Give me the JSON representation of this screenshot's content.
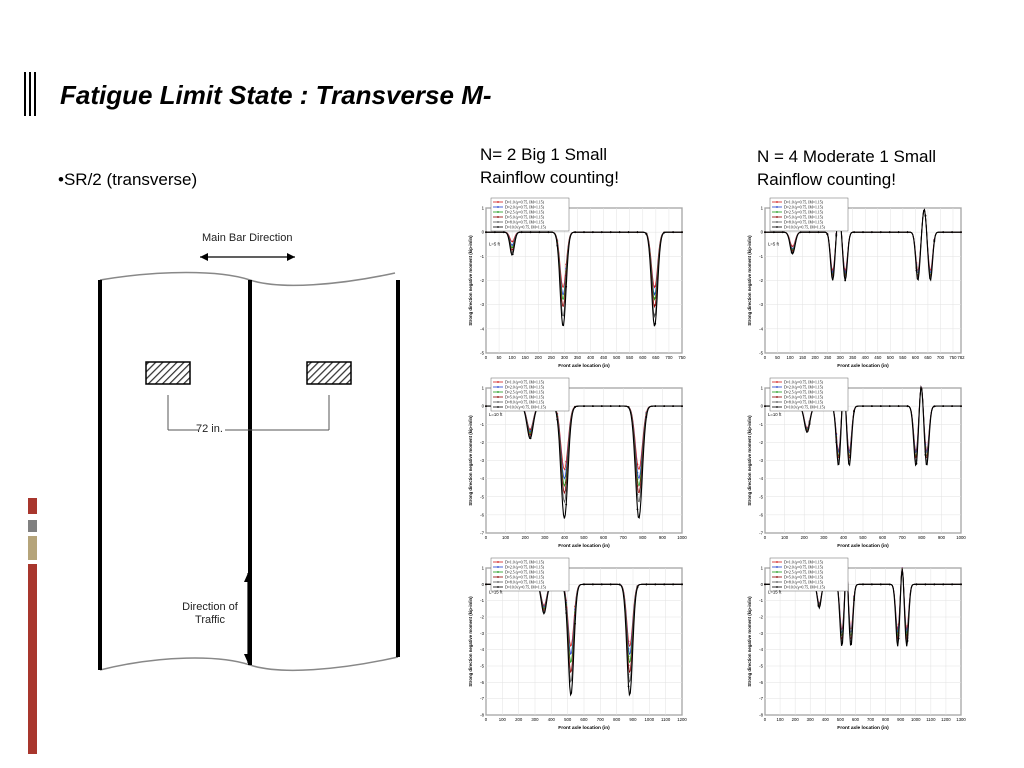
{
  "slide": {
    "title": "Fatigue Limit State : Transverse M-",
    "bullet": "•SR/2 (transverse)"
  },
  "columns": [
    {
      "heading_line1": "N= 2 Big 1 Small",
      "heading_line2": "Rainflow counting!"
    },
    {
      "heading_line1": "N = 4 Moderate 1 Small",
      "heading_line2": "Rainflow counting!"
    }
  ],
  "diagram": {
    "main_bar_label": "Main Bar Direction",
    "spacing_label": "72 in.",
    "traffic_label_line1": "Direction of",
    "traffic_label_line2": "Traffic"
  },
  "chart_common": {
    "ylabel": "Strong direction negative moment (kip-in/in)",
    "xlabel": "Front axle location (in)",
    "yticks": [
      "1",
      "0",
      "-1",
      "-2",
      "-3",
      "-4",
      "-5"
    ]
  },
  "colors": {
    "red_strip": "#a8362d",
    "gray_strip": "#808080",
    "tan_strip": "#b5a47a",
    "series": [
      "#d01c1c",
      "#1f3fcc",
      "#1a9a1a",
      "#8b0000",
      "#555555",
      "#000000"
    ]
  },
  "chart_data": [
    {
      "type": "line",
      "id": "n2-l5",
      "span_label": "L=5 ft",
      "xlim": [
        0,
        750
      ],
      "ylim": [
        -5,
        1
      ],
      "xticks": [
        "0",
        "50",
        "100",
        "150",
        "200",
        "250",
        "300",
        "350",
        "400",
        "450",
        "500",
        "550",
        "600",
        "650",
        "700",
        "750"
      ],
      "legend": [
        "D=1.0 (γ=0.75, IM=1.15)",
        "D=2.0 (γ=0.75, IM=1.15)",
        "D=2.5 (γ=0.75, IM=1.15)",
        "D=5.0 (γ=0.75, IM=1.15)",
        "D=8.0 (γ=0.75, IM=1.15)",
        "D=10.0 (γ=0.75, IM=1.15)"
      ],
      "dips": [
        {
          "x": 100,
          "w": 12,
          "d": [
            0.4,
            0.55,
            0.65,
            0.75,
            0.85,
            0.95
          ]
        },
        {
          "x": 295,
          "w": 16,
          "d": [
            2.3,
            2.6,
            2.8,
            3.1,
            3.5,
            3.9
          ]
        },
        {
          "x": 645,
          "w": 16,
          "d": [
            2.3,
            2.6,
            2.8,
            3.1,
            3.5,
            3.9
          ]
        }
      ]
    },
    {
      "type": "line",
      "id": "n4-l5",
      "span_label": "L=5 ft",
      "xlim": [
        0,
        782
      ],
      "ylim": [
        -5,
        1
      ],
      "xticks": [
        "0",
        "50",
        "100",
        "150",
        "200",
        "250",
        "300",
        "350",
        "400",
        "450",
        "500",
        "550",
        "600",
        "650",
        "700",
        "750",
        "782"
      ],
      "legend": [
        "D=1.0 (γ=0.75, IM=1.15)",
        "D=2.0 (γ=0.75, IM=1.15)",
        "D=2.5 (γ=0.75, IM=1.15)",
        "D=5.0 (γ=0.75, IM=1.15)",
        "D=8.0 (γ=0.75, IM=1.15)",
        "D=10.0 (γ=0.75, IM=1.15)"
      ],
      "dips": [
        {
          "x": 110,
          "w": 14,
          "d": [
            0.6,
            0.7,
            0.75,
            0.8,
            0.85,
            0.9
          ]
        },
        {
          "x": 270,
          "w": 12,
          "d": [
            1.6,
            1.7,
            1.8,
            1.85,
            1.9,
            2.0
          ]
        },
        {
          "x": 320,
          "w": 12,
          "d": [
            1.6,
            1.7,
            1.8,
            1.85,
            1.9,
            2.0
          ]
        },
        {
          "x": 610,
          "w": 12,
          "d": [
            1.6,
            1.7,
            1.8,
            1.85,
            1.9,
            2.0
          ]
        },
        {
          "x": 660,
          "w": 12,
          "d": [
            1.6,
            1.7,
            1.8,
            1.85,
            1.9,
            2.0
          ]
        }
      ],
      "bumps": [
        {
          "x": 295,
          "w": 10,
          "h": 1.0
        },
        {
          "x": 635,
          "w": 10,
          "h": 1.0
        }
      ]
    },
    {
      "type": "line",
      "id": "n2-l10",
      "span_label": "L=10 ft",
      "xlim": [
        0,
        1000
      ],
      "ylim": [
        -7,
        1
      ],
      "xticks": [
        "0",
        "100",
        "200",
        "300",
        "400",
        "500",
        "600",
        "700",
        "800",
        "900",
        "1000"
      ],
      "yticks": [
        "1",
        "0",
        "-1",
        "-2",
        "-3",
        "-4",
        "-5",
        "-6",
        "-7"
      ],
      "legend": [
        "D=1.0 (γ=0.75, IM=1.15)",
        "D=2.0 (γ=0.75, IM=1.15)",
        "D=2.5 (γ=0.75, IM=1.15)",
        "D=5.0 (γ=0.75, IM=1.15)",
        "D=8.0 (γ=0.75, IM=1.15)",
        "D=10.0 (γ=0.75, IM=1.15)"
      ],
      "dips": [
        {
          "x": 225,
          "w": 22,
          "d": [
            1.3,
            1.4,
            1.5,
            1.6,
            1.7,
            1.8
          ]
        },
        {
          "x": 400,
          "w": 25,
          "d": [
            3.5,
            4.0,
            4.4,
            4.8,
            5.3,
            6.2
          ]
        },
        {
          "x": 780,
          "w": 25,
          "d": [
            3.5,
            4.0,
            4.4,
            4.8,
            5.3,
            6.2
          ]
        }
      ]
    },
    {
      "type": "line",
      "id": "n4-l10",
      "span_label": "L=10 ft",
      "xlim": [
        0,
        1000
      ],
      "ylim": [
        -7,
        1
      ],
      "xticks": [
        "0",
        "100",
        "200",
        "300",
        "400",
        "500",
        "600",
        "700",
        "800",
        "900",
        "1000"
      ],
      "yticks": [
        "1",
        "0",
        "-1",
        "-2",
        "-3",
        "-4",
        "-5",
        "-6",
        "-7"
      ],
      "legend": [
        "D=1.0 (γ=0.75, IM=1.15)",
        "D=2.0 (γ=0.75, IM=1.15)",
        "D=2.5 (γ=0.75, IM=1.15)",
        "D=5.0 (γ=0.75, IM=1.15)",
        "D=8.0 (γ=0.75, IM=1.15)",
        "D=10.0 (γ=0.75, IM=1.15)"
      ],
      "dips": [
        {
          "x": 215,
          "w": 20,
          "d": [
            1.2,
            1.25,
            1.3,
            1.35,
            1.4,
            1.45
          ]
        },
        {
          "x": 375,
          "w": 16,
          "d": [
            2.5,
            2.6,
            2.8,
            2.9,
            3.1,
            3.3
          ]
        },
        {
          "x": 430,
          "w": 16,
          "d": [
            2.5,
            2.6,
            2.8,
            2.9,
            3.1,
            3.3
          ]
        },
        {
          "x": 770,
          "w": 16,
          "d": [
            2.5,
            2.6,
            2.8,
            2.9,
            3.1,
            3.3
          ]
        },
        {
          "x": 825,
          "w": 16,
          "d": [
            2.5,
            2.6,
            2.8,
            2.9,
            3.1,
            3.3
          ]
        }
      ],
      "bumps": [
        {
          "x": 402,
          "w": 12,
          "h": 1.4
        },
        {
          "x": 797,
          "w": 12,
          "h": 1.4
        }
      ]
    },
    {
      "type": "line",
      "id": "n2-l15",
      "span_label": "L=15 ft",
      "xlim": [
        0,
        1200
      ],
      "ylim": [
        -8,
        1
      ],
      "xticks": [
        "0",
        "100",
        "200",
        "300",
        "400",
        "500",
        "600",
        "700",
        "800",
        "900",
        "1000",
        "1100",
        "1200"
      ],
      "yticks": [
        "1",
        "0",
        "-1",
        "-2",
        "-3",
        "-4",
        "-5",
        "-6",
        "-7",
        "-8"
      ],
      "legend": [
        "D=1.0 (γ=0.75, IM=1.15)",
        "D=2.0 (γ=0.75, IM=1.15)",
        "D=2.5 (γ=0.75, IM=1.15)",
        "D=5.0 (γ=0.75, IM=1.15)",
        "D=8.0 (γ=0.75, IM=1.15)",
        "D=10.0 (γ=0.75, IM=1.15)"
      ],
      "dips": [
        {
          "x": 355,
          "w": 22,
          "d": [
            1.3,
            1.4,
            1.5,
            1.6,
            1.7,
            1.8
          ]
        },
        {
          "x": 520,
          "w": 25,
          "d": [
            3.8,
            4.3,
            4.8,
            5.4,
            6.0,
            6.8
          ]
        },
        {
          "x": 880,
          "w": 25,
          "d": [
            3.8,
            4.3,
            4.8,
            5.4,
            6.0,
            6.8
          ]
        }
      ]
    },
    {
      "type": "line",
      "id": "n4-l15",
      "span_label": "L=15 ft",
      "xlim": [
        0,
        1300
      ],
      "ylim": [
        -8,
        1
      ],
      "xticks": [
        "0",
        "100",
        "200",
        "300",
        "400",
        "500",
        "600",
        "700",
        "800",
        "900",
        "1000",
        "1100",
        "1200",
        "1300"
      ],
      "yticks": [
        "1",
        "0",
        "-1",
        "-2",
        "-3",
        "-4",
        "-5",
        "-6",
        "-7",
        "-8"
      ],
      "legend": [
        "D=1.0 (γ=0.75, IM=1.15)",
        "D=2.0 (γ=0.75, IM=1.15)",
        "D=2.5 (γ=0.75, IM=1.15)",
        "D=5.0 (γ=0.75, IM=1.15)",
        "D=8.0 (γ=0.75, IM=1.15)",
        "D=10.0 (γ=0.75, IM=1.15)"
      ],
      "dips": [
        {
          "x": 360,
          "w": 18,
          "d": [
            1.2,
            1.25,
            1.3,
            1.35,
            1.4,
            1.45
          ]
        },
        {
          "x": 510,
          "w": 18,
          "d": [
            2.8,
            3.0,
            3.2,
            3.4,
            3.6,
            3.8
          ]
        },
        {
          "x": 570,
          "w": 18,
          "d": [
            2.8,
            3.0,
            3.2,
            3.4,
            3.6,
            3.8
          ]
        },
        {
          "x": 880,
          "w": 18,
          "d": [
            2.8,
            3.0,
            3.2,
            3.4,
            3.6,
            3.8
          ]
        },
        {
          "x": 940,
          "w": 18,
          "d": [
            2.8,
            3.0,
            3.2,
            3.4,
            3.6,
            3.8
          ]
        }
      ],
      "bumps": [
        {
          "x": 440,
          "w": 14,
          "h": 0.9
        },
        {
          "x": 540,
          "w": 12,
          "h": 1.4
        },
        {
          "x": 910,
          "w": 12,
          "h": 1.4
        }
      ]
    }
  ]
}
